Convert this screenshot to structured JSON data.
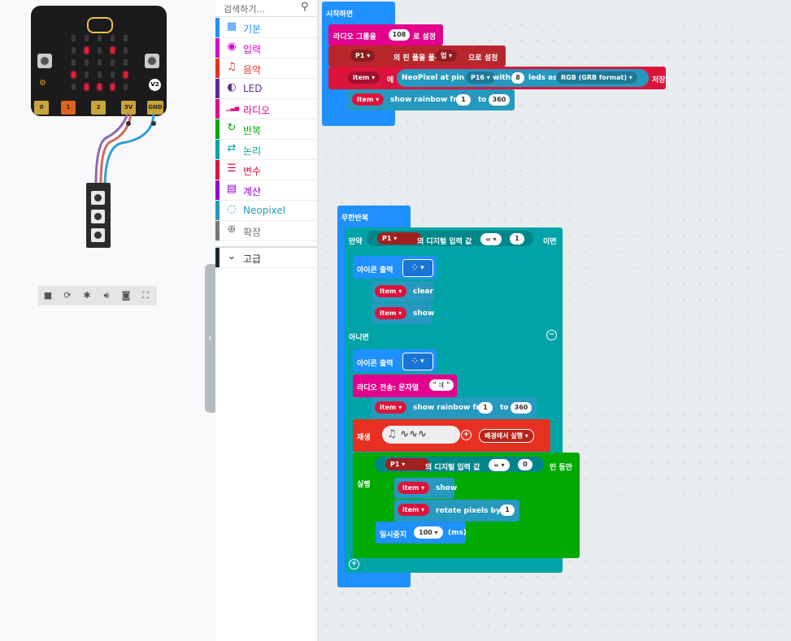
{
  "toolbox": {
    "search_placeholder": "검색하기...",
    "categories": [
      {
        "label": "기본",
        "color": "#1e90ff",
        "icon": "grid-icon"
      },
      {
        "label": "입력",
        "color": "#d400d4",
        "icon": "target-icon"
      },
      {
        "label": "음악",
        "color": "#e63022",
        "icon": "headphones-icon"
      },
      {
        "label": "LED",
        "color": "#5c2d91",
        "icon": "toggle-icon"
      },
      {
        "label": "라디오",
        "color": "#e3008c",
        "icon": "signal-icon"
      },
      {
        "label": "반복",
        "color": "#00aa00",
        "icon": "refresh-icon"
      },
      {
        "label": "논리",
        "color": "#00a4a6",
        "icon": "shuffle-icon"
      },
      {
        "label": "변수",
        "color": "#dc143c",
        "icon": "list-icon"
      },
      {
        "label": "계산",
        "color": "#9400d3",
        "icon": "calculator-icon"
      },
      {
        "label": "Neopixel",
        "color": "#2699bf",
        "icon": "loading-icon"
      },
      {
        "label": "확장",
        "color": "#767676",
        "icon": "plus-circle-icon"
      }
    ],
    "advanced": "고급"
  },
  "simulator": {
    "pins": [
      "0",
      "1",
      "2",
      "3V",
      "GND"
    ],
    "version": "V2"
  },
  "blocks": {
    "on_start": {
      "hat": "시작하면",
      "radio_group": {
        "label_pre": "라디오 그룹을",
        "value": "108",
        "label_post": "로 설정"
      },
      "pull": {
        "pin": "P1",
        "mid": "의 핀 풀을 풀-",
        "mode": "업",
        "post": "으로 설정"
      },
      "set_strip": {
        "var": "item",
        "to": "에",
        "create": "NeoPixel at pin",
        "pin": "P16",
        "with": "with",
        "count": "8",
        "leds_as": "leds as",
        "format": "RGB (GRB format)",
        "post": "저장"
      },
      "rainbow": {
        "var": "item",
        "label": "show rainbow from",
        "from": "1",
        "to_label": "to",
        "to": "360"
      }
    },
    "forever": {
      "hat": "무한반복",
      "if_label": "만약",
      "cond1": {
        "pin": "P1",
        "label": "의 디지털 입력 값",
        "op": "=",
        "value": "1"
      },
      "then": "이면",
      "icon_show_label": "아이콘 출력",
      "clear": {
        "var": "item",
        "label": "clear"
      },
      "show": {
        "var": "item",
        "label": "show"
      },
      "else": "아니면",
      "radio_send": {
        "label": "라디오 전송: 문자열",
        "value": "\" :( \""
      },
      "rainbow2": {
        "var": "item",
        "label": "show rainbow from",
        "from": "1",
        "to_label": "to",
        "to": "360"
      },
      "play": {
        "label": "재생",
        "mode": "배경에서 실행"
      },
      "while_label": "실행",
      "cond2": {
        "pin": "P1",
        "label": "의 디지털 입력 값",
        "op": "=",
        "value": "0",
        "post": "인 동안"
      },
      "show2": {
        "var": "item",
        "label": "show"
      },
      "rotate": {
        "var": "item",
        "label": "rotate pixels by",
        "value": "1"
      },
      "pause": {
        "label": "일시중지",
        "value": "100",
        "unit": "(ms)"
      }
    }
  }
}
